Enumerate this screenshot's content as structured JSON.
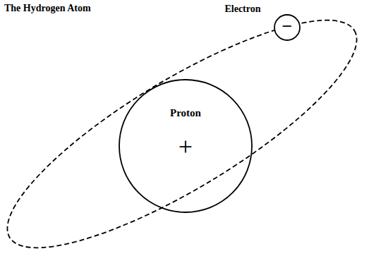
{
  "diagram": {
    "title": "The Hydrogen Atom",
    "nodes": [
      {
        "text": [
          "Electron",
          "−"
        ]
      },
      {
        "text": [
          "Proton",
          "+"
        ]
      }
    ]
  }
}
